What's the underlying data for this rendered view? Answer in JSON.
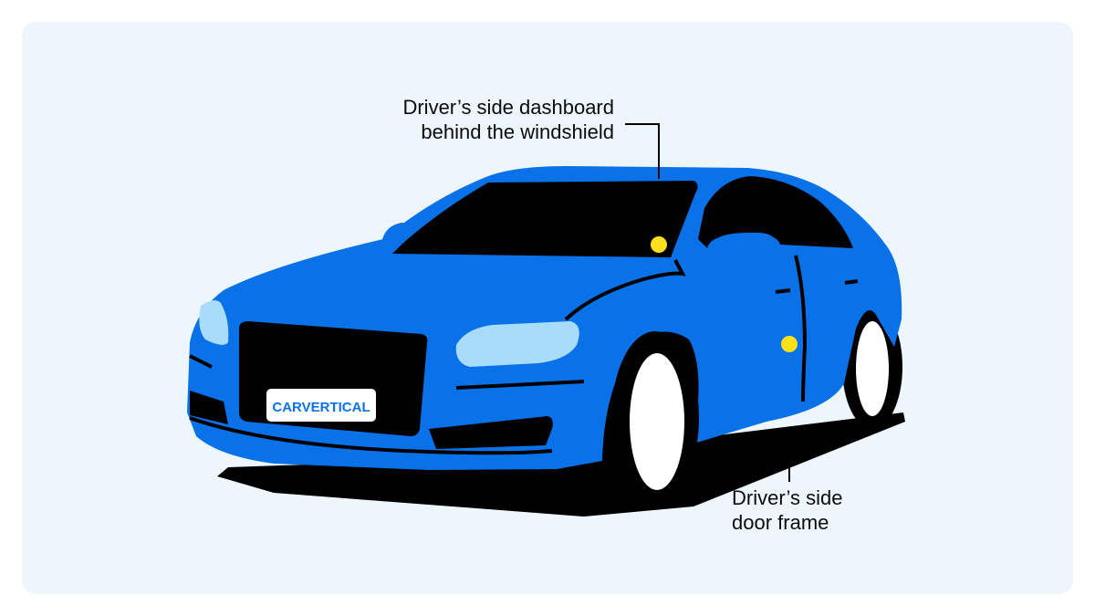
{
  "colors": {
    "background": "#eef6fd",
    "car_body": "#0a72e8",
    "dark": "#000000",
    "marker": "#ffe01b",
    "headlight": "#a9dcfb"
  },
  "brand": {
    "plate_text": "CARVERTICAL",
    "plate_icon": "carvertical-logo"
  },
  "callouts": [
    {
      "id": "dashboard",
      "lines": [
        "Driver’s side dashboard",
        "behind the windshield"
      ]
    },
    {
      "id": "door",
      "lines": [
        "Driver’s side",
        "door frame"
      ]
    }
  ]
}
